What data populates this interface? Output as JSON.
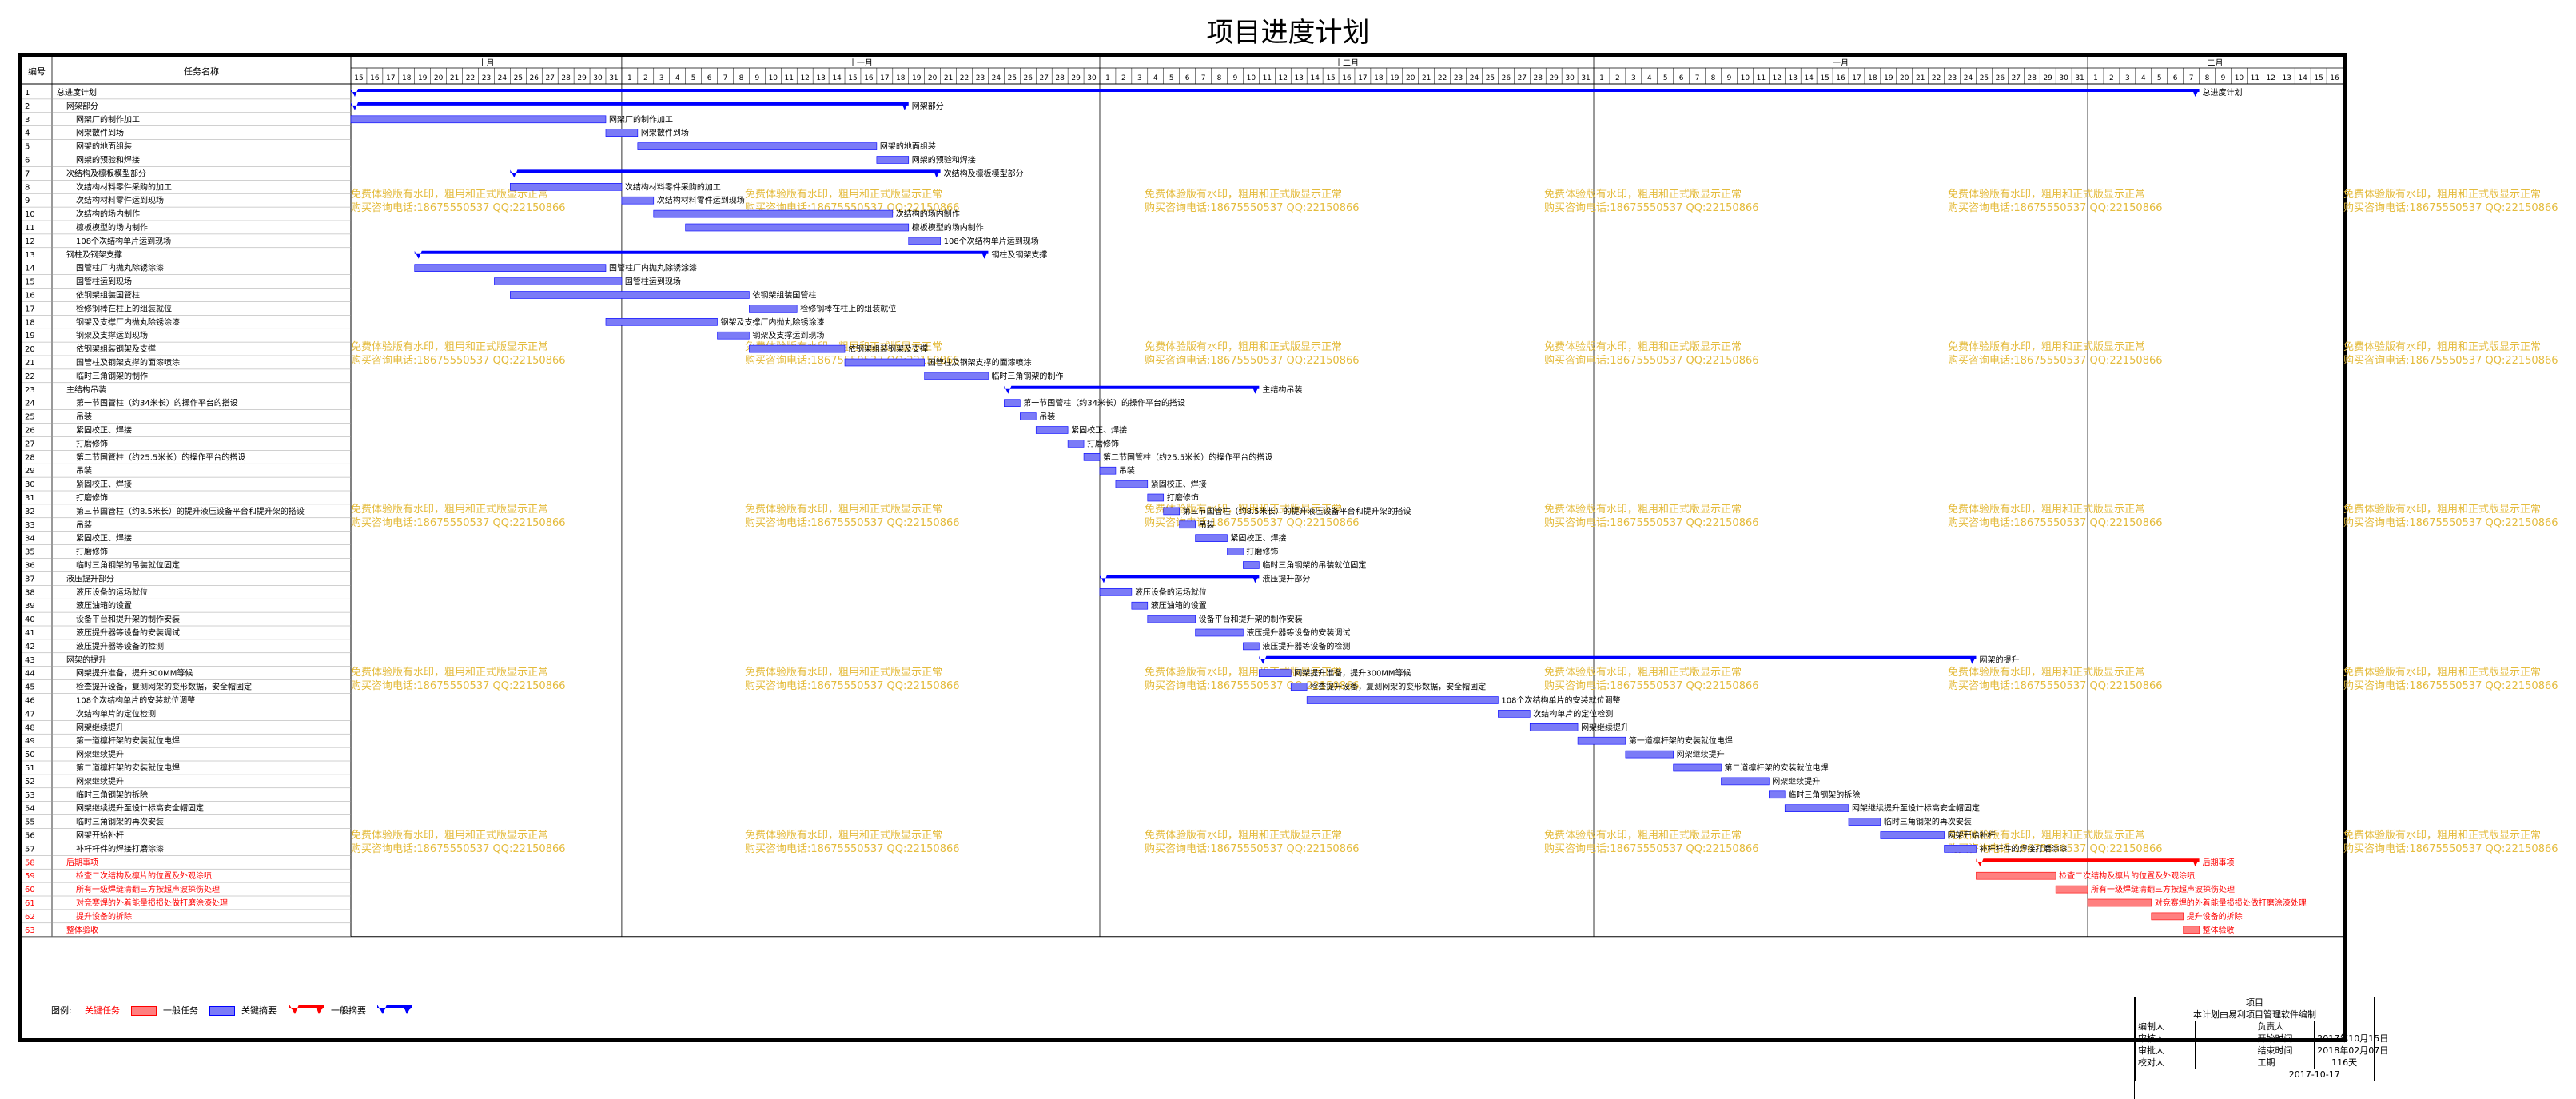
{
  "page": {
    "title": "项目进度计划"
  },
  "header": {
    "id_label": "编号",
    "name_label": "任务名称"
  },
  "timeline": {
    "months": [
      {
        "label": "十月",
        "days": [
          15,
          16,
          17,
          18,
          19,
          20,
          21,
          22,
          23,
          24,
          25,
          26,
          27,
          28,
          29,
          30,
          31
        ]
      },
      {
        "label": "十一月",
        "days": [
          1,
          2,
          3,
          4,
          5,
          6,
          7,
          8,
          9,
          10,
          11,
          12,
          13,
          14,
          15,
          16,
          17,
          18,
          19,
          20,
          21,
          22,
          23,
          24,
          25,
          26,
          27,
          28,
          29,
          30
        ]
      },
      {
        "label": "十二月",
        "days": [
          1,
          2,
          3,
          4,
          5,
          6,
          7,
          8,
          9,
          10,
          11,
          12,
          13,
          14,
          15,
          16,
          17,
          18,
          19,
          20,
          21,
          22,
          23,
          24,
          25,
          26,
          27,
          28,
          29,
          30,
          31
        ]
      },
      {
        "label": "一月",
        "days": [
          1,
          2,
          3,
          4,
          5,
          6,
          7,
          8,
          9,
          10,
          11,
          12,
          13,
          14,
          15,
          16,
          17,
          18,
          19,
          20,
          21,
          22,
          23,
          24,
          25,
          26,
          27,
          28,
          29,
          30,
          31
        ]
      },
      {
        "label": "二月",
        "days": [
          1,
          2,
          3,
          4,
          5,
          6,
          7,
          8,
          9,
          10,
          11,
          12,
          13,
          14,
          15,
          16
        ]
      }
    ]
  },
  "tasks": [
    {
      "id": "1",
      "name": "总进度计划",
      "indent": 0,
      "type": "summary",
      "s": 0,
      "e": 116,
      "label": "总进度计划",
      "critical": false
    },
    {
      "id": "2",
      "name": "网架部分",
      "indent": 1,
      "type": "summary",
      "s": 0,
      "e": 35,
      "label": "网架部分",
      "critical": false
    },
    {
      "id": "3",
      "name": "网架厂的制作加工",
      "indent": 2,
      "type": "task",
      "s": 0,
      "e": 16,
      "label": "网架厂的制作加工",
      "critical": false
    },
    {
      "id": "4",
      "name": "网架散件到场",
      "indent": 2,
      "type": "task",
      "s": 16,
      "e": 18,
      "label": "网架散件到场",
      "critical": false
    },
    {
      "id": "5",
      "name": "网架的地面组装",
      "indent": 2,
      "type": "task",
      "s": 18,
      "e": 33,
      "label": "网架的地面组装",
      "critical": false
    },
    {
      "id": "6",
      "name": "网架的预验和焊接",
      "indent": 2,
      "type": "task",
      "s": 33,
      "e": 35,
      "label": "网架的预验和焊接",
      "critical": false
    },
    {
      "id": "7",
      "name": "次结构及檩板模型部分",
      "indent": 1,
      "type": "summary",
      "s": 10,
      "e": 37,
      "label": "次结构及檩板模型部分",
      "critical": false
    },
    {
      "id": "8",
      "name": "次结构材料零件采购的加工",
      "indent": 2,
      "type": "task",
      "s": 10,
      "e": 17,
      "label": "次结构材料零件采购的加工",
      "critical": false
    },
    {
      "id": "9",
      "name": "次结构材料零件运到现场",
      "indent": 2,
      "type": "task",
      "s": 17,
      "e": 19,
      "label": "次结构材料零件运到现场",
      "critical": false
    },
    {
      "id": "10",
      "name": "次结构的场内制作",
      "indent": 2,
      "type": "task",
      "s": 19,
      "e": 34,
      "label": "次结构的场内制作",
      "critical": false
    },
    {
      "id": "11",
      "name": "檩板模型的场内制作",
      "indent": 2,
      "type": "task",
      "s": 21,
      "e": 35,
      "label": "檩板模型的场内制作",
      "critical": false
    },
    {
      "id": "12",
      "name": "108个次结构单片运到现场",
      "indent": 2,
      "type": "task",
      "s": 35,
      "e": 37,
      "label": "108个次结构单片运到现场",
      "critical": false
    },
    {
      "id": "13",
      "name": "钢柱及钢架支撑",
      "indent": 1,
      "type": "summary",
      "s": 4,
      "e": 40,
      "label": "钢柱及钢架支撑",
      "critical": false
    },
    {
      "id": "14",
      "name": "国管柱厂内抛丸除锈涂漆",
      "indent": 2,
      "type": "task",
      "s": 4,
      "e": 16,
      "label": "国管柱厂内抛丸除锈涂漆",
      "critical": false
    },
    {
      "id": "15",
      "name": "国管柱运到现场",
      "indent": 2,
      "type": "task",
      "s": 9,
      "e": 17,
      "label": "国管柱运到现场",
      "critical": false
    },
    {
      "id": "16",
      "name": "依钢架组装国管柱",
      "indent": 2,
      "type": "task",
      "s": 10,
      "e": 25,
      "label": "依钢架组装国管柱",
      "critical": false
    },
    {
      "id": "17",
      "name": "检修钢棒在柱上的组装就位",
      "indent": 2,
      "type": "task",
      "s": 25,
      "e": 28,
      "label": "检修钢棒在柱上的组装就位",
      "critical": false
    },
    {
      "id": "18",
      "name": "钢架及支撑厂内抛丸除锈涂漆",
      "indent": 2,
      "type": "task",
      "s": 16,
      "e": 23,
      "label": "钢架及支撑厂内抛丸除锈涂漆",
      "critical": false
    },
    {
      "id": "19",
      "name": "钢架及支撑运到现场",
      "indent": 2,
      "type": "task",
      "s": 23,
      "e": 25,
      "label": "钢架及支撑运到现场",
      "critical": false
    },
    {
      "id": "20",
      "name": "依钢架组装钢架及支撑",
      "indent": 2,
      "type": "task",
      "s": 25,
      "e": 31,
      "label": "依钢架组装钢架及支撑",
      "critical": false
    },
    {
      "id": "21",
      "name": "国管柱及钢架支撑的面漆喷涂",
      "indent": 2,
      "type": "task",
      "s": 31,
      "e": 36,
      "label": "国管柱及钢架支撑的面漆喷涂",
      "critical": false
    },
    {
      "id": "22",
      "name": "临时三角钢架的制作",
      "indent": 2,
      "type": "task",
      "s": 36,
      "e": 40,
      "label": "临时三角钢架的制作",
      "critical": false
    },
    {
      "id": "23",
      "name": "主结构吊装",
      "indent": 1,
      "type": "summary",
      "s": 41,
      "e": 57,
      "label": "主结构吊装",
      "critical": false
    },
    {
      "id": "24",
      "name": "第一节国管柱（约34米长）的操作平台的搭设",
      "indent": 2,
      "type": "task",
      "s": 41,
      "e": 42,
      "label": "第一节国管柱（约34米长）的操作平台的搭设",
      "critical": false
    },
    {
      "id": "25",
      "name": "吊装",
      "indent": 2,
      "type": "task",
      "s": 42,
      "e": 43,
      "label": "吊装",
      "critical": false
    },
    {
      "id": "26",
      "name": "紧固校正、焊接",
      "indent": 2,
      "type": "task",
      "s": 43,
      "e": 45,
      "label": "紧固校正、焊接",
      "critical": false
    },
    {
      "id": "27",
      "name": "打磨修饰",
      "indent": 2,
      "type": "task",
      "s": 45,
      "e": 46,
      "label": "打磨修饰",
      "critical": false
    },
    {
      "id": "28",
      "name": "第二节国管柱（约25.5米长）的操作平台的搭设",
      "indent": 2,
      "type": "task",
      "s": 46,
      "e": 47,
      "label": "第二节国管柱（约25.5米长）的操作平台的搭设",
      "critical": false
    },
    {
      "id": "29",
      "name": "吊装",
      "indent": 2,
      "type": "task",
      "s": 47,
      "e": 48,
      "label": "吊装",
      "critical": false
    },
    {
      "id": "30",
      "name": "紧固校正、焊接",
      "indent": 2,
      "type": "task",
      "s": 48,
      "e": 50,
      "label": "紧固校正、焊接",
      "critical": false
    },
    {
      "id": "31",
      "name": "打磨修饰",
      "indent": 2,
      "type": "task",
      "s": 50,
      "e": 51,
      "label": "打磨修饰",
      "critical": false
    },
    {
      "id": "32",
      "name": "第三节国管柱（约8.5米长）的提升液压设备平台和提升架的搭设",
      "indent": 2,
      "type": "task",
      "s": 51,
      "e": 52,
      "label": "第三节国管柱（约8.5米长）的提升液压设备平台和提升架的搭设",
      "critical": false
    },
    {
      "id": "33",
      "name": "吊装",
      "indent": 2,
      "type": "task",
      "s": 52,
      "e": 53,
      "label": "吊装",
      "critical": false
    },
    {
      "id": "34",
      "name": "紧固校正、焊接",
      "indent": 2,
      "type": "task",
      "s": 53,
      "e": 55,
      "label": "紧固校正、焊接",
      "critical": false
    },
    {
      "id": "35",
      "name": "打磨修饰",
      "indent": 2,
      "type": "task",
      "s": 55,
      "e": 56,
      "label": "打磨修饰",
      "critical": false
    },
    {
      "id": "36",
      "name": "临时三角钢架的吊装就位固定",
      "indent": 2,
      "type": "task",
      "s": 56,
      "e": 57,
      "label": "临时三角钢架的吊装就位固定",
      "critical": false
    },
    {
      "id": "37",
      "name": "液压提升部分",
      "indent": 1,
      "type": "summary",
      "s": 47,
      "e": 57,
      "label": "液压提升部分",
      "critical": false
    },
    {
      "id": "38",
      "name": "液压设备的运场就位",
      "indent": 2,
      "type": "task",
      "s": 47,
      "e": 49,
      "label": "液压设备的运场就位",
      "critical": false
    },
    {
      "id": "39",
      "name": "液压油箱的设置",
      "indent": 2,
      "type": "task",
      "s": 49,
      "e": 50,
      "label": "液压油箱的设置",
      "critical": false
    },
    {
      "id": "40",
      "name": "设备平台和提升架的制作安装",
      "indent": 2,
      "type": "task",
      "s": 50,
      "e": 53,
      "label": "设备平台和提升架的制作安装",
      "critical": false
    },
    {
      "id": "41",
      "name": "液压提升器等设备的安装调试",
      "indent": 2,
      "type": "task",
      "s": 53,
      "e": 56,
      "label": "液压提升器等设备的安装调试",
      "critical": false
    },
    {
      "id": "42",
      "name": "液压提升器等设备的检测",
      "indent": 2,
      "type": "task",
      "s": 56,
      "e": 57,
      "label": "液压提升器等设备的检测",
      "critical": false
    },
    {
      "id": "43",
      "name": "网架的提升",
      "indent": 1,
      "type": "summary",
      "s": 57,
      "e": 102,
      "label": "网架的提升",
      "critical": false
    },
    {
      "id": "44",
      "name": "网架提升准备，提升300MM等候",
      "indent": 2,
      "type": "task",
      "s": 57,
      "e": 59,
      "label": "网架提升准备，提升300MM等候",
      "critical": false
    },
    {
      "id": "45",
      "name": "检查提升设备，复测网架的变形数据，安全帽固定",
      "indent": 2,
      "type": "task",
      "s": 59,
      "e": 60,
      "label": "检查提升设备，复测网架的变形数据，安全帽固定",
      "critical": false
    },
    {
      "id": "46",
      "name": "108个次结构单片的安装就位调整",
      "indent": 2,
      "type": "task",
      "s": 60,
      "e": 72,
      "label": "108个次结构单片的安装就位调整",
      "critical": false
    },
    {
      "id": "47",
      "name": "次结构单片的定位检测",
      "indent": 2,
      "type": "task",
      "s": 72,
      "e": 74,
      "label": "次结构单片的定位检测",
      "critical": false
    },
    {
      "id": "48",
      "name": "网架继续提升",
      "indent": 2,
      "type": "task",
      "s": 74,
      "e": 77,
      "label": "网架继续提升",
      "critical": false
    },
    {
      "id": "49",
      "name": "第一道檩杆架的安装就位电焊",
      "indent": 2,
      "type": "task",
      "s": 77,
      "e": 80,
      "label": "第一道檩杆架的安装就位电焊",
      "critical": false
    },
    {
      "id": "50",
      "name": "网架继续提升",
      "indent": 2,
      "type": "task",
      "s": 80,
      "e": 83,
      "label": "网架继续提升",
      "critical": false
    },
    {
      "id": "51",
      "name": "第二道檩杆架的安装就位电焊",
      "indent": 2,
      "type": "task",
      "s": 83,
      "e": 86,
      "label": "第二道檩杆架的安装就位电焊",
      "critical": false
    },
    {
      "id": "52",
      "name": "网架继续提升",
      "indent": 2,
      "type": "task",
      "s": 86,
      "e": 89,
      "label": "网架继续提升",
      "critical": false
    },
    {
      "id": "53",
      "name": "临时三角钢架的拆除",
      "indent": 2,
      "type": "task",
      "s": 89,
      "e": 90,
      "label": "临时三角钢架的拆除",
      "critical": false
    },
    {
      "id": "54",
      "name": "网架继续提升至设计标高安全帽固定",
      "indent": 2,
      "type": "task",
      "s": 90,
      "e": 94,
      "label": "网架继续提升至设计标高安全帽固定",
      "critical": false
    },
    {
      "id": "55",
      "name": "临时三角钢架的再次安装",
      "indent": 2,
      "type": "task",
      "s": 94,
      "e": 96,
      "label": "临时三角钢架的再次安装",
      "critical": false
    },
    {
      "id": "56",
      "name": "网架开始补杆",
      "indent": 2,
      "type": "task",
      "s": 96,
      "e": 100,
      "label": "网架开始补杆",
      "critical": false
    },
    {
      "id": "57",
      "name": "补杆杆件的焊接打磨涂漆",
      "indent": 2,
      "type": "task",
      "s": 100,
      "e": 102,
      "label": "补杆杆件的焊接打磨涂漆",
      "critical": false
    },
    {
      "id": "58",
      "name": "后期事项",
      "indent": 1,
      "type": "summary",
      "s": 102,
      "e": 116,
      "label": "后期事项",
      "critical": true
    },
    {
      "id": "59",
      "name": "检查二次结构及檩片的位置及外观涂喷",
      "indent": 2,
      "type": "task",
      "s": 102,
      "e": 107,
      "label": "检查二次结构及檩片的位置及外观涂喷",
      "critical": true
    },
    {
      "id": "60",
      "name": "所有一级焊缝清翻三方按超声波探伤处理",
      "indent": 2,
      "type": "task",
      "s": 107,
      "e": 109,
      "label": "所有一级焊缝清翻三方按超声波探伤处理",
      "critical": true
    },
    {
      "id": "61",
      "name": "对竞赛焊的外着能量损损处做打磨涂漆处理",
      "indent": 2,
      "type": "task",
      "s": 109,
      "e": 113,
      "label": "对竞赛焊的外着能量损损处做打磨涂漆处理",
      "critical": true
    },
    {
      "id": "62",
      "name": "提升设备的拆除",
      "indent": 2,
      "type": "task",
      "s": 113,
      "e": 115,
      "label": "提升设备的拆除",
      "critical": true
    },
    {
      "id": "63",
      "name": "整体验收",
      "indent": 1,
      "type": "task",
      "s": 115,
      "e": 116,
      "label": "整体验收",
      "critical": true
    }
  ],
  "legend": {
    "title": "图例:",
    "critical_task": "关键任务",
    "normal_task": "一般任务",
    "critical_summary": "关键摘要",
    "normal_summary": "一般摘要"
  },
  "watermark": {
    "line1": "免费体验版有水印，粗用和正式版显示正常",
    "line2": "购买咨询电话:18675550537 QQ:22150866"
  },
  "info": {
    "title": "项目",
    "subtitle": "本计划由易利项目管理软件编制",
    "compiler_label": "编制人",
    "owner_label": "负责人",
    "reviewer_label": "审核人",
    "start_label": "开始时间",
    "start_value": "2017年10月15日",
    "approver_label": "审批人",
    "end_label": "结束时间",
    "end_value": "2018年02月07日",
    "checker_label": "校对人",
    "duration_label": "工期",
    "duration_value": "116天",
    "date": "2017-10-17"
  },
  "colors": {
    "normal_bar": "#7b7bf7",
    "normal_summary": "#0000ff",
    "critical_bar": "#ff8080",
    "critical_summary": "#ff0000",
    "watermark": "#e4bb3c",
    "critical_text": "#ff0000",
    "grid": "#a0a0a0"
  }
}
